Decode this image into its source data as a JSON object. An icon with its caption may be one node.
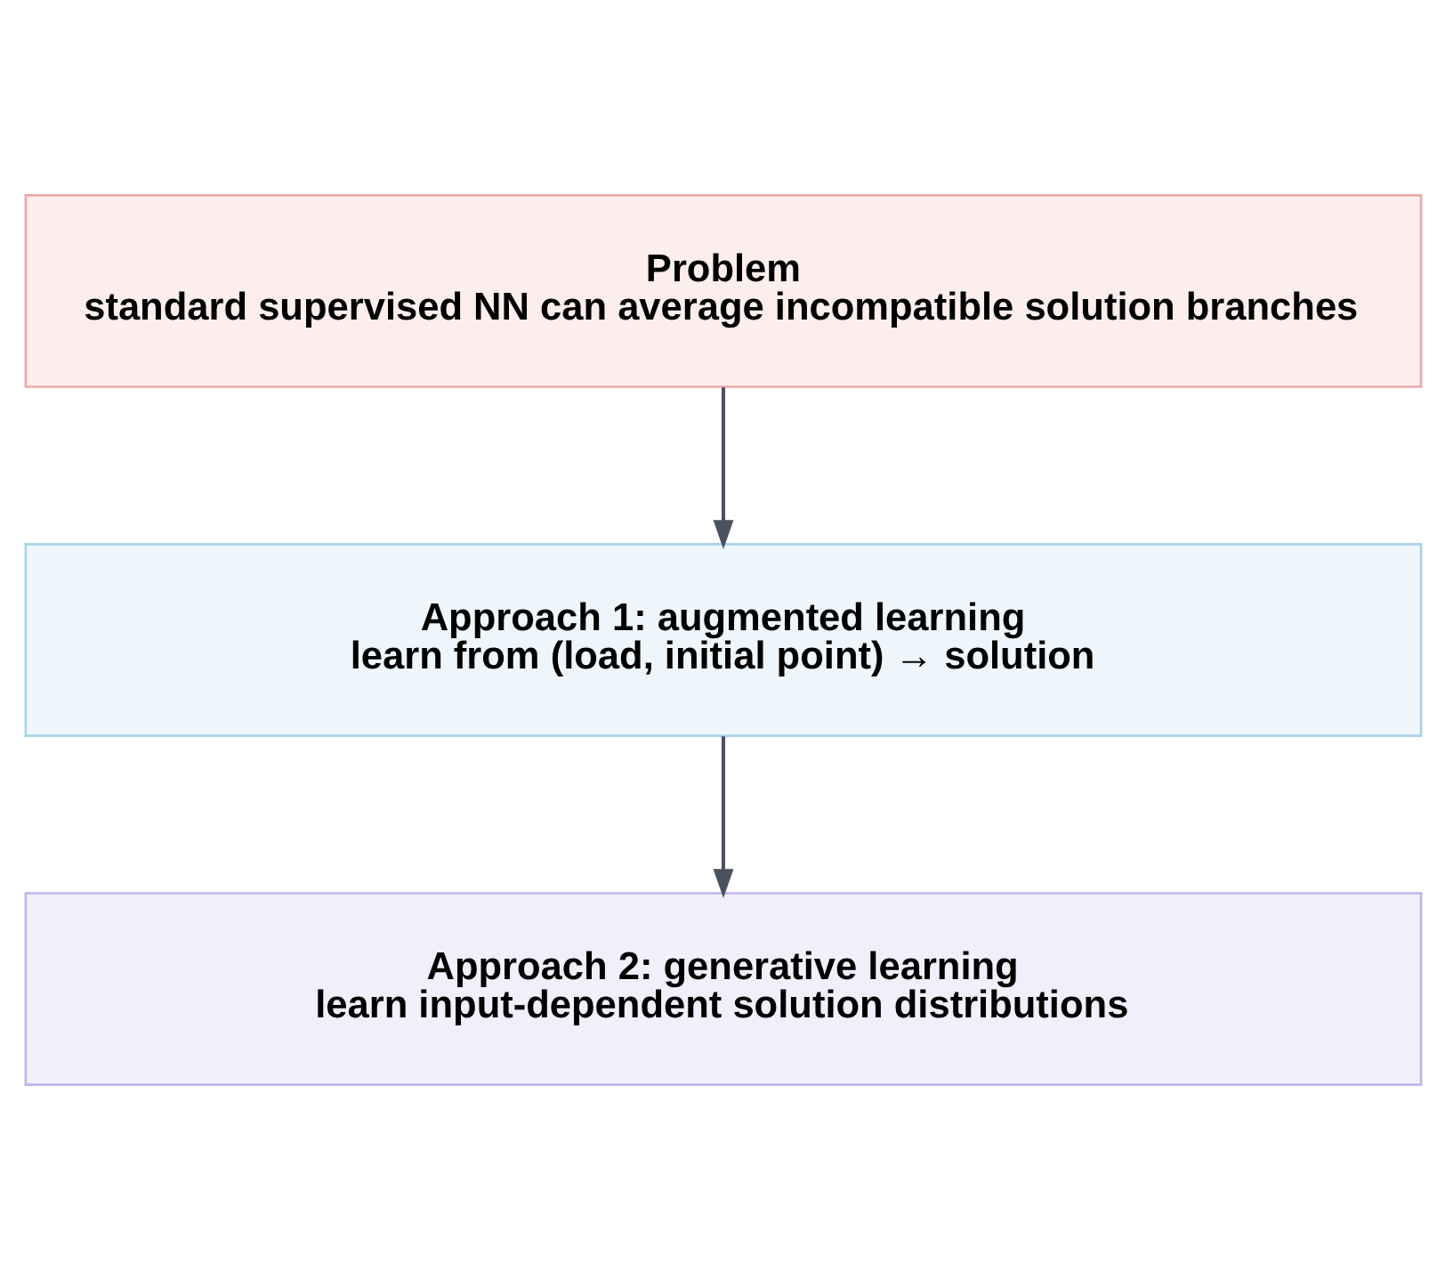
{
  "diagram": {
    "nodes": [
      {
        "text": [
          "Problem",
          "standard supervised NN can average incompatible solution branches"
        ]
      },
      {
        "text": [
          "Approach 1: augmented learning",
          "learn from (load, initial point) → solution"
        ]
      },
      {
        "text": [
          "Approach 2: generative learning",
          "learn input-dependent solution distributions"
        ]
      }
    ],
    "edges": [
      {
        "from": 0,
        "to": 1,
        "arrow": "to"
      },
      {
        "from": 1,
        "to": 2,
        "arrow": "to"
      }
    ]
  }
}
